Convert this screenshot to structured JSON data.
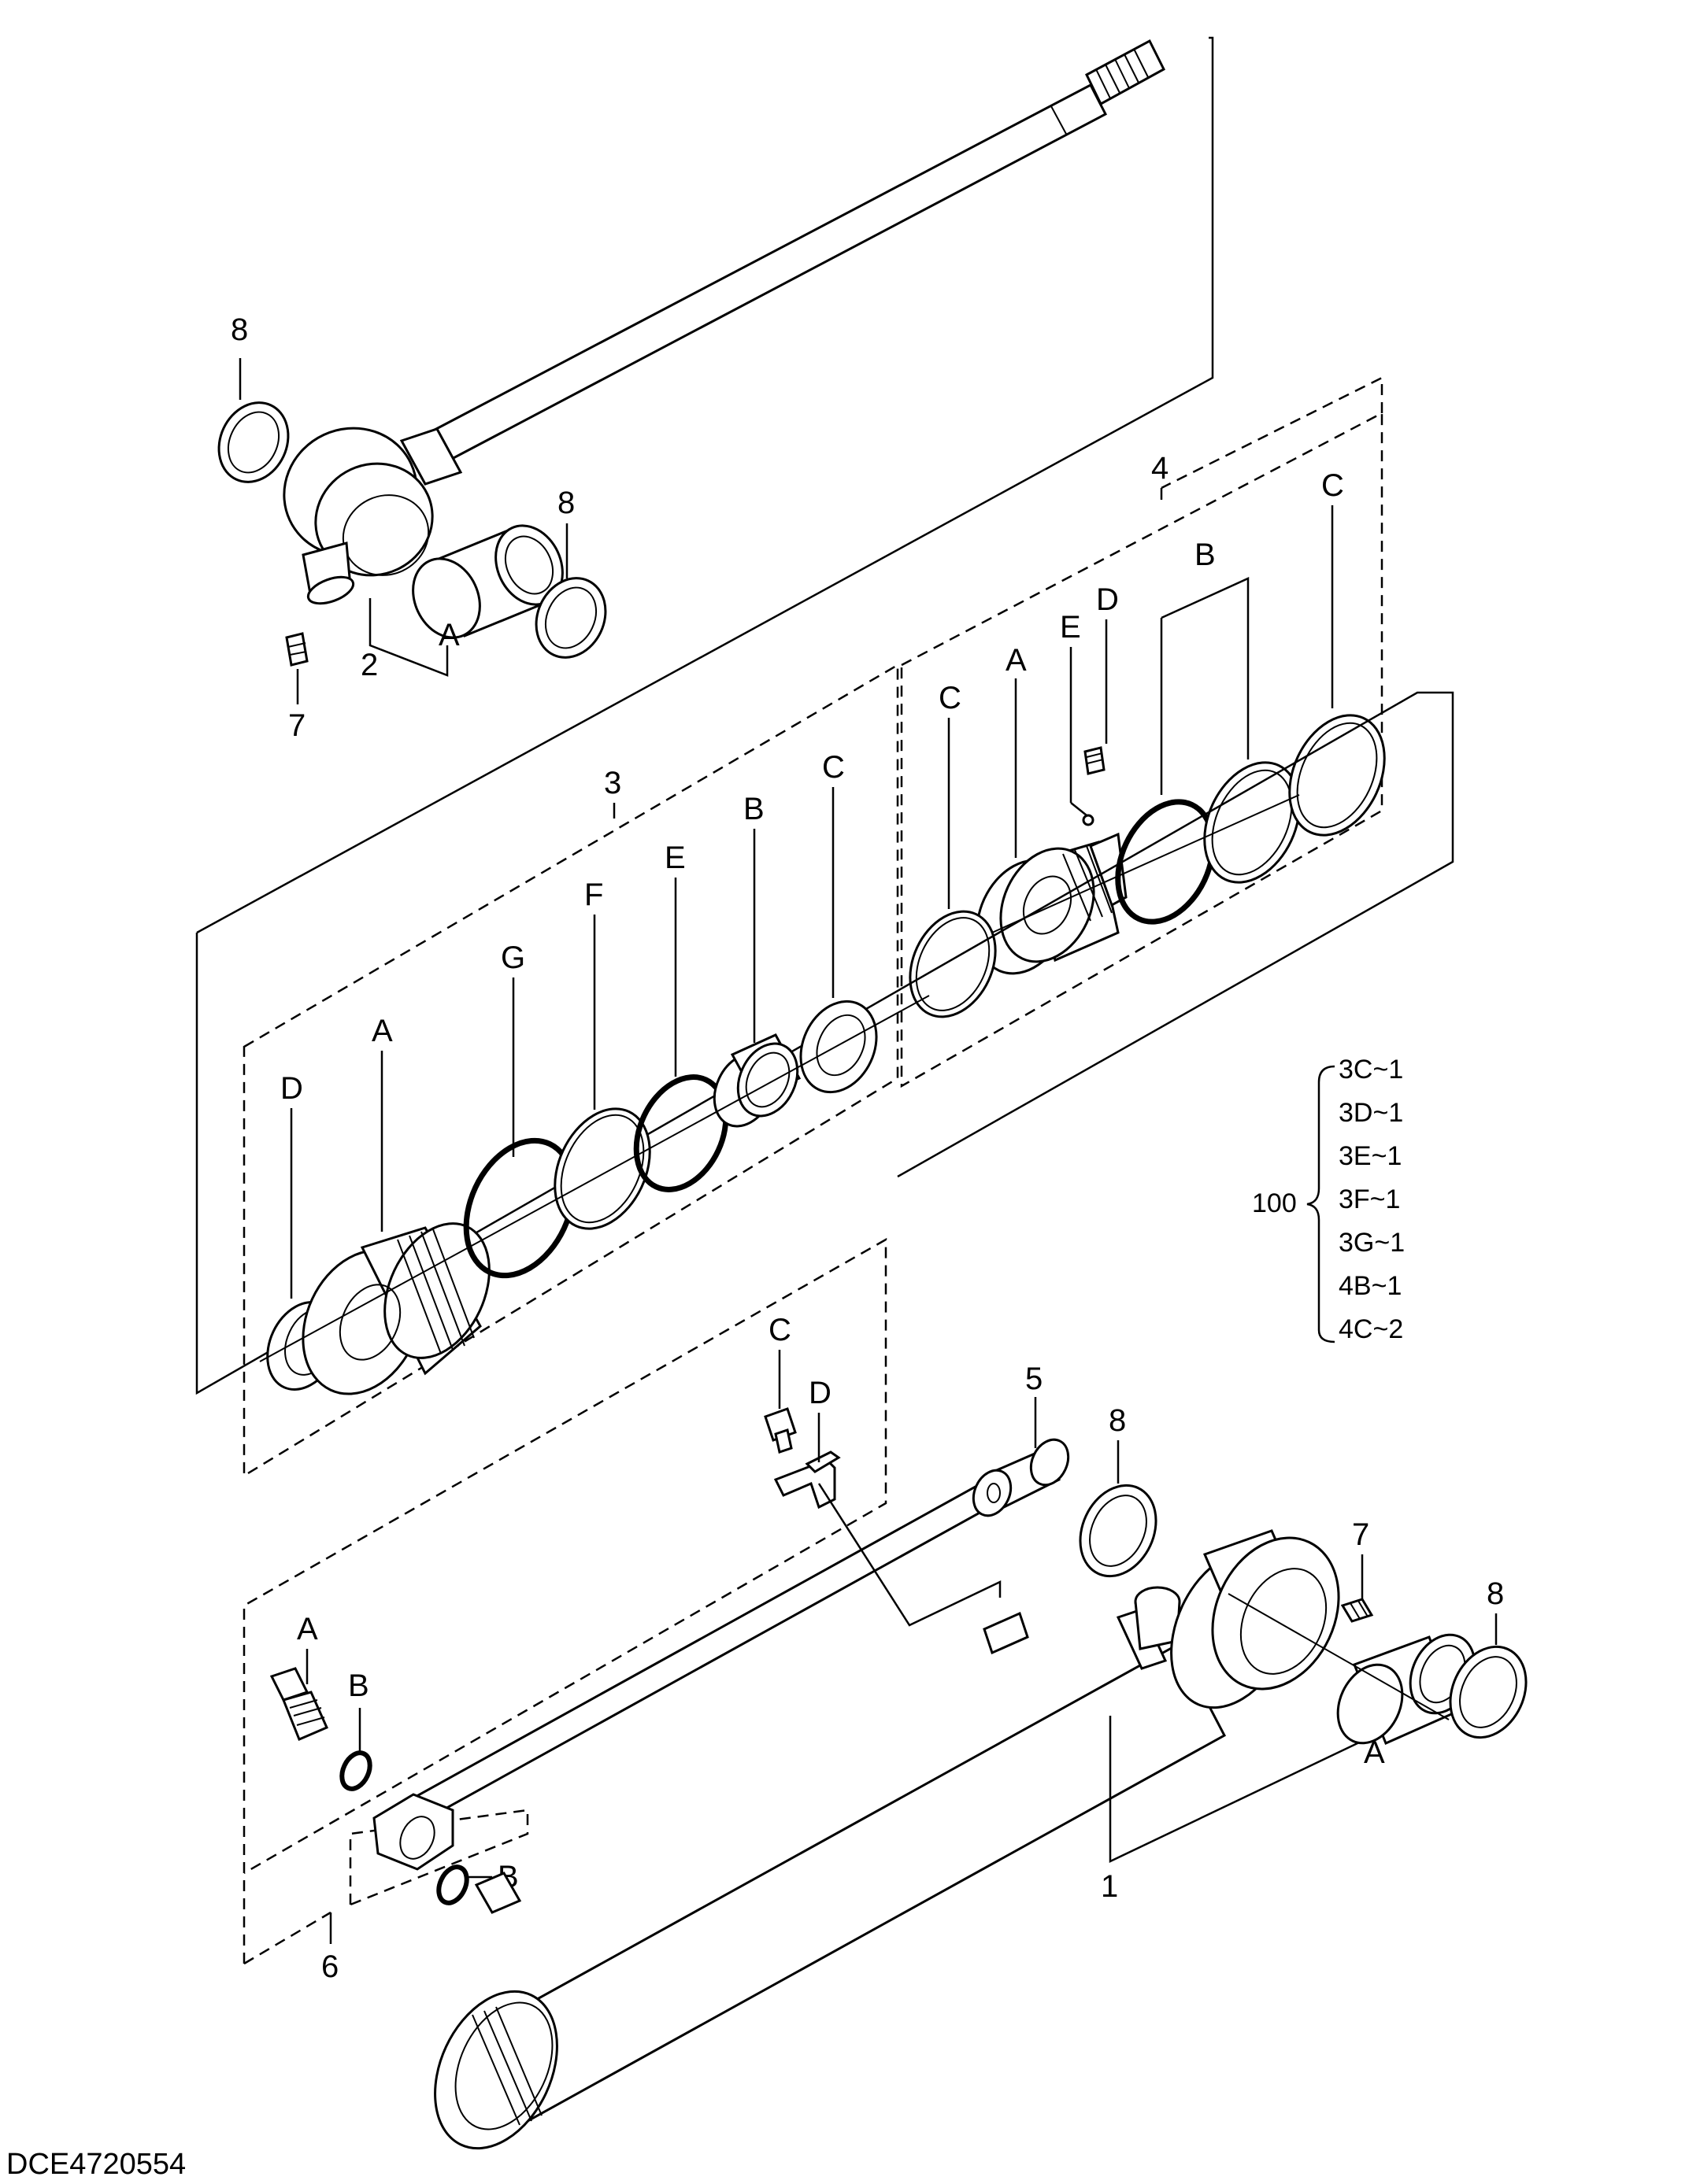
{
  "labels": {
    "rod_end_seal_top_left": "8",
    "rod_end_seal_top_right": "8",
    "rod_assembly": "2",
    "rod_bushing": "A",
    "rod_grease_fitting": "7",
    "piston_kit": "4",
    "piston_seal_c_outer": "C",
    "piston_ring_b": "B",
    "piston_set_screw_d": "D",
    "piston_ball_e": "E",
    "piston_body_a": "A",
    "piston_wear_ring_c": "C",
    "gland_kit": "3",
    "gland_dust_wiper_d": "D",
    "gland_body_a": "A",
    "gland_oring_g": "G",
    "gland_backup_f": "F",
    "gland_oring_e": "E",
    "gland_buffer_b": "B",
    "gland_rod_seal_c": "C",
    "pipe_kit": "6",
    "pipe_bolt_c": "C",
    "pipe_clamp_d": "D",
    "pipe": "5",
    "tube_end_seal_left": "8",
    "tube_grease_fitting": "7",
    "tube_end_seal_right": "8",
    "tube_bushing_a": "A",
    "pipe_elbow_a": "A",
    "pipe_oring_b_upper": "B",
    "pipe_oring_b_lower": "B",
    "cylinder_tube": "1"
  },
  "seal_kit": {
    "number": "100",
    "items": [
      "3C~1",
      "3D~1",
      "3E~1",
      "3F~1",
      "3G~1",
      "4B~1",
      "4C~2"
    ]
  },
  "drawing_code": "DCE4720554"
}
